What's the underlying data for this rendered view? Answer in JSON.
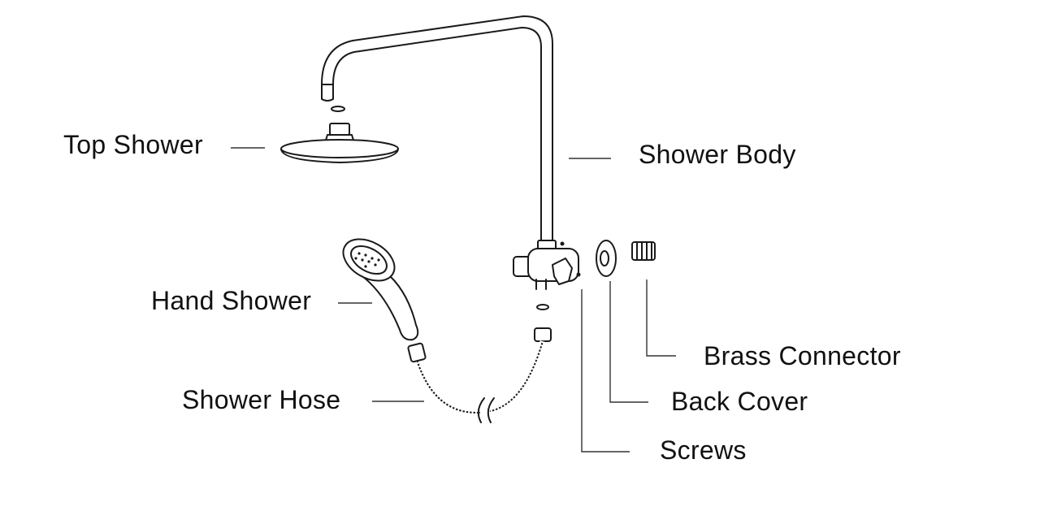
{
  "labels": {
    "top_shower": "Top Shower",
    "shower_body": "Shower Body",
    "hand_shower": "Hand Shower",
    "shower_hose": "Shower Hose",
    "brass_connector": "Brass Connector",
    "back_cover": "Back Cover",
    "screws": "Screws"
  },
  "colors": {
    "line": "#1a1a1a",
    "text": "#111111",
    "background": "#ffffff"
  }
}
